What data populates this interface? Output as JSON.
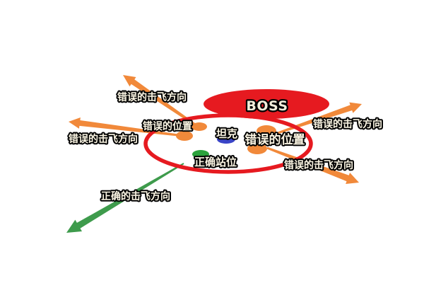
{
  "diagram": {
    "labels": {
      "boss": "BOSS",
      "tank": "坦克",
      "wrong_position_left": "错误的位置",
      "wrong_position_right": "错误的位置",
      "correct_position": "正确站位",
      "wrong_knockback_top_left": "错误的击飞方向",
      "wrong_knockback_left": "错误的击飞方向",
      "wrong_knockback_top_right": "错误的击飞方向",
      "wrong_knockback_bottom_right": "错误的击飞方向",
      "correct_knockback": "正确的击飞方向"
    },
    "colors": {
      "boss_red": "#e61a20",
      "arena_outline_red": "#e61a20",
      "wrong_orange": "#f1893a",
      "tank_blue": "#3944c7",
      "correct_green_spot": "#2ba33c",
      "correct_green_arrow": "#3e9b4c",
      "label_fill": "#fcf6e4",
      "label_outline": "#000000",
      "background": "#ffffff"
    }
  }
}
